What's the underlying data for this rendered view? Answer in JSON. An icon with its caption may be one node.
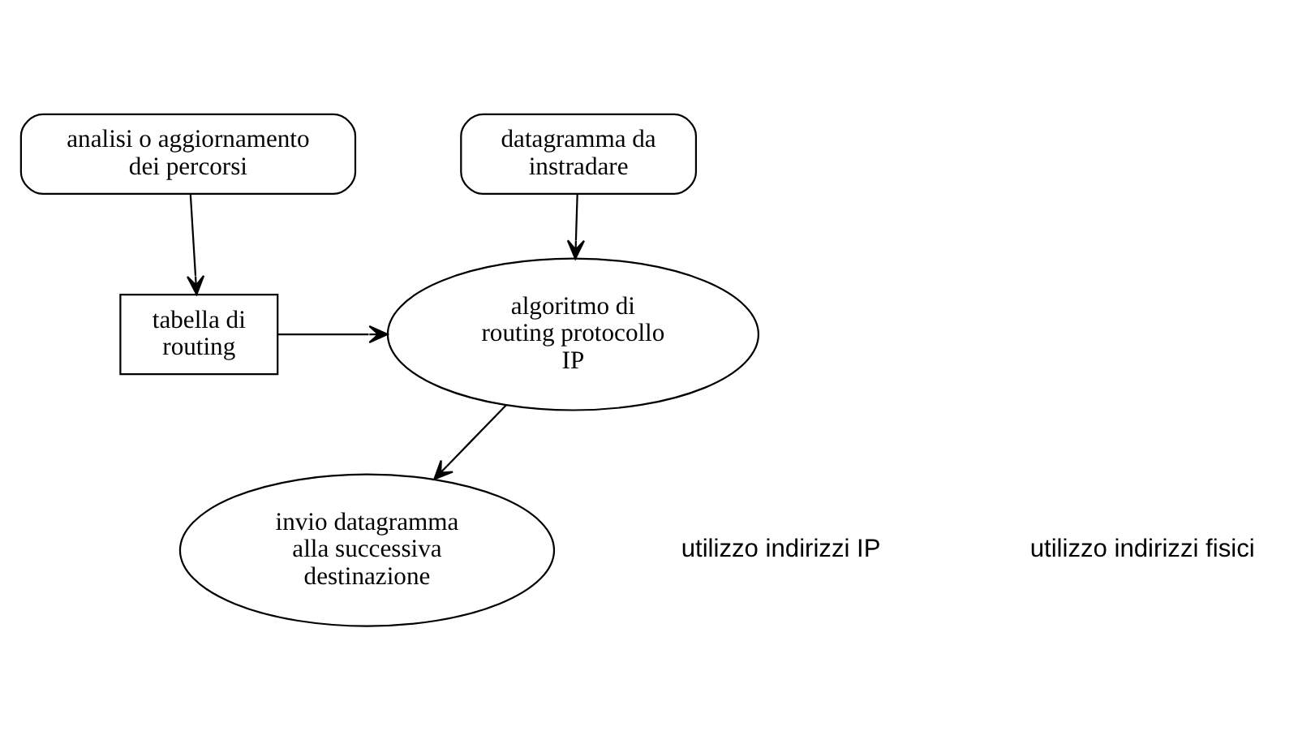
{
  "diagram": {
    "nodes": [
      {
        "text": [
          "analisi o aggiornamento dei percorsi"
        ]
      },
      {
        "text": [
          "datagramma da instradare"
        ]
      },
      {
        "text": [
          "tabella di routing"
        ]
      },
      {
        "text": [
          "algoritmo di routing protocollo IP"
        ]
      },
      {
        "text": [
          "invio datagramma alla successiva destinazione"
        ]
      }
    ],
    "edges": [
      {
        "from": 0,
        "to": 2,
        "arrow": "to"
      },
      {
        "from": 1,
        "to": 3,
        "arrow": "to"
      },
      {
        "from": 2,
        "to": 3,
        "arrow": "to"
      },
      {
        "from": 3,
        "to": 4,
        "arrow": "to"
      }
    ],
    "labels": [
      "utilizzo indirizzi IP",
      "utilizzo indirizzi fisici"
    ]
  }
}
